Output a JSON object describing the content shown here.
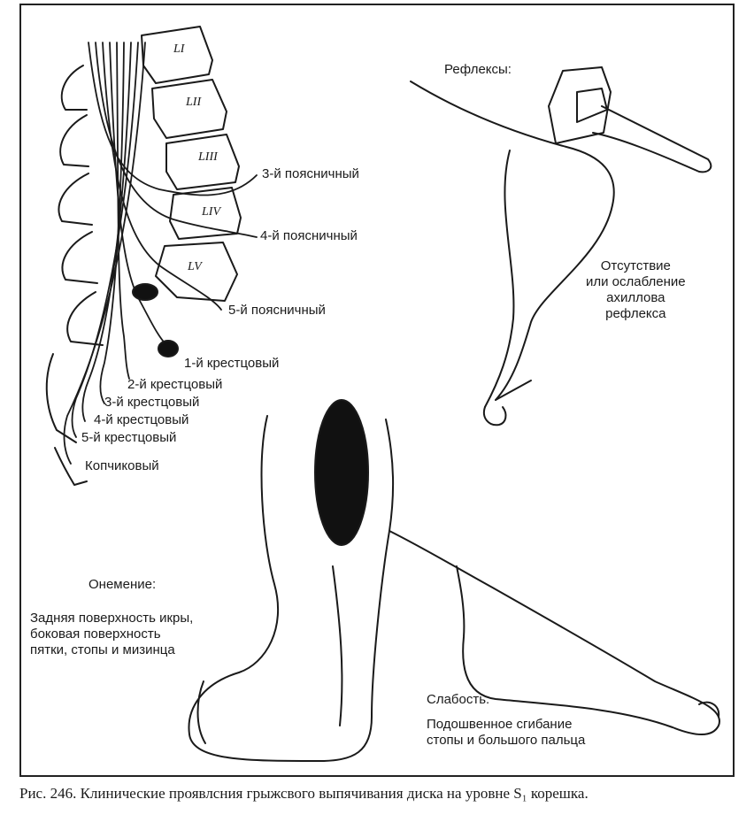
{
  "vertebrae": [
    "LI",
    "LII",
    "LIII",
    "LIV",
    "LV"
  ],
  "nerves": {
    "l3": "3-й поясничный",
    "l4": "4-й поясничный",
    "l5": "5-й поясничный",
    "s1": "1-й крестцовый",
    "s2": "2-й крестцовый",
    "s3": "3-й крестцовый",
    "s4": "4-й крестцовый",
    "s5": "5-й крестцовый",
    "coccygeal": "Копчиковый"
  },
  "reflexes": {
    "heading": "Рефлексы:",
    "text": "Отсутствие\nили ослабление\nахиллова\nрефлекса"
  },
  "numbness": {
    "heading": "Онемение:",
    "text": "Задняя поверхность икры,\nбоковая поверхность\nпятки, стопы и мизинца"
  },
  "weakness": {
    "heading": "Слабость:",
    "text": "Подошвенное сгибание\nстопы и большого пальца"
  },
  "caption": "Рис. 246. Клинические проявлсния грыжсвого выпячивания диска на уровне S₁ корешка."
}
